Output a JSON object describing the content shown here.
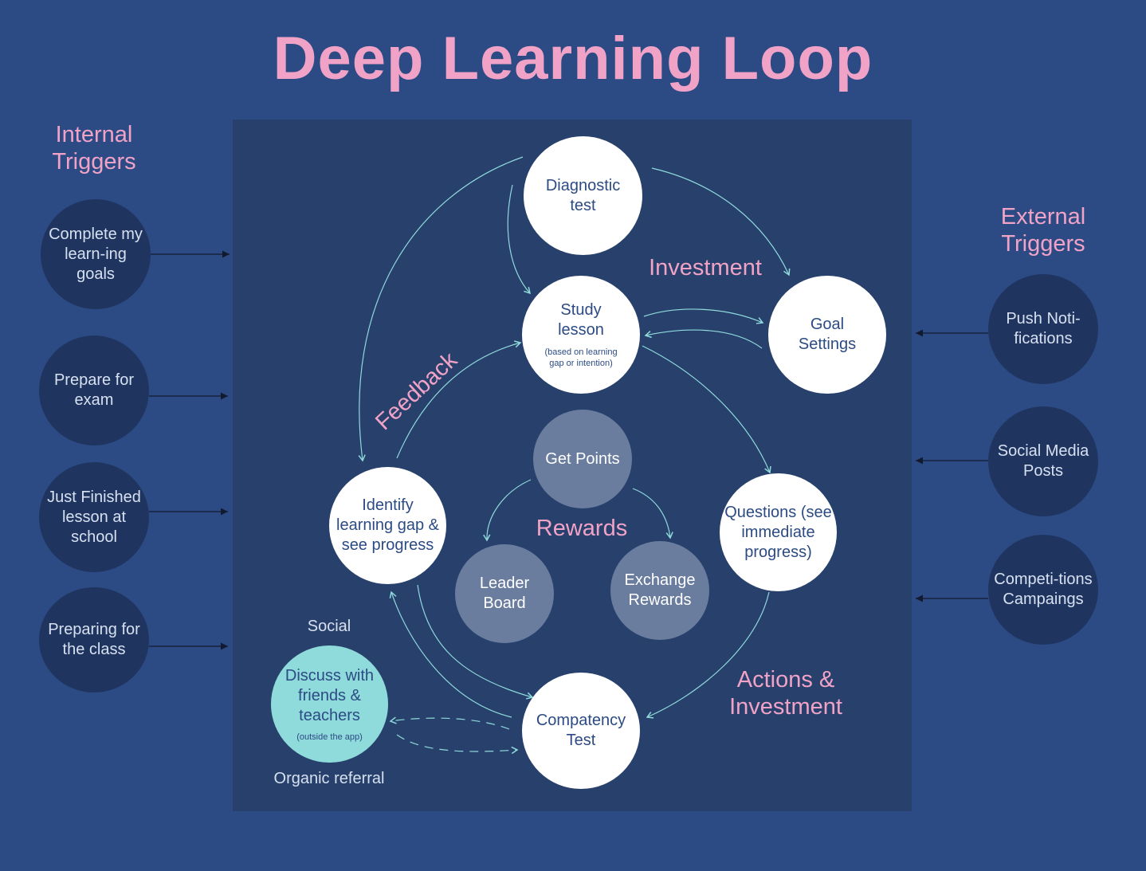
{
  "title": "Deep Learning Loop",
  "internal_triggers": {
    "heading": "Internal Triggers",
    "items": [
      "Complete my learn-ing goals",
      "Prepare for exam",
      "Just Finished lesson at school",
      "Preparing for the class"
    ]
  },
  "external_triggers": {
    "heading": "External Triggers",
    "items": [
      "Push Noti-fications",
      "Social Media Posts",
      "Competi-tions Campaings"
    ]
  },
  "nodes": {
    "diagnostic": "Diagnostic test",
    "study": "Study lesson",
    "study_note": "(based on learning gap or intention)",
    "goal": "Goal Settings",
    "questions": "Questions (see immediate progress)",
    "competency": "Compatency Test",
    "identify": "Identify learning gap & see progress",
    "discuss": "Discuss with friends & teachers",
    "discuss_note": "(outside the app)",
    "get_points": "Get Points",
    "leader_board": "Leader Board",
    "exchange": "Exchange Rewards"
  },
  "labels": {
    "investment": "Investment",
    "feedback": "Feedback",
    "rewards": "Rewards",
    "actions": "Actions & Investment",
    "social": "Social",
    "organic": "Organic referral"
  },
  "colors": {
    "background": "#2c4b84",
    "panel": "#27406c",
    "accent_pink": "#f0a3c6",
    "arrow": "#8fdadb",
    "teal_node": "#8fdadb",
    "grey_node": "#6a7d9e",
    "trigger_node": "#1f3560"
  }
}
